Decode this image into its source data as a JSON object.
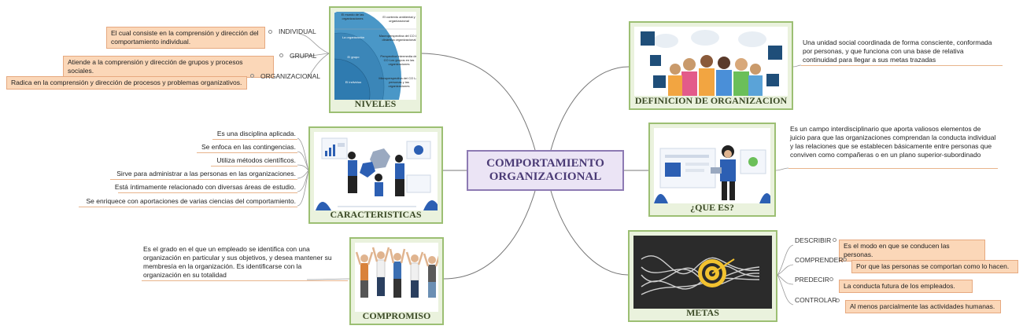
{
  "central": "COMPORTAMIENTO ORGANIZACIONAL",
  "niveles": {
    "title": "NIVELES",
    "image": {
      "rows": [
        {
          "left": "El mundo de las organizaciones",
          "right": "El contexto ambiental y organizacional"
        },
        {
          "left": "La organización",
          "right": "Macroperspectiva del CO La dinámica organizacional"
        },
        {
          "left": "El grupo",
          "right": "Perspectiva intermedia del CO Los grupos en las organizaciones"
        },
        {
          "left": "El individuo",
          "right": "Microperspectiva del CO Las personas y las organizaciones"
        }
      ]
    },
    "branches": [
      {
        "label": "INDIVIDUAL",
        "text": "El cual consiste en la comprensión y dirección del comportamiento individual."
      },
      {
        "label": "GRUPAL",
        "text": "Atiende a la comprensión y dirección de grupos y procesos sociales."
      },
      {
        "label": "ORGANIZACIONAL",
        "text": "Radica en la comprensión y dirección de procesos y problemas organizativos."
      }
    ]
  },
  "caracteristicas": {
    "title": "CARACTERISTICAS",
    "items": [
      "Es una disciplina aplicada.",
      "Se enfoca en las contingencias.",
      "Utiliza métodos científicos.",
      "Sirve para administrar a las personas en las organizaciones.",
      "Está íntimamente relacionado con diversas áreas de estudio.",
      "Se enriquece con aportaciones de varias ciencias del comportamiento."
    ]
  },
  "compromiso": {
    "title": "COMPROMISO",
    "text": "Es el grado en el que un empleado se identifica con una organización en particular y sus objetivos, y desea mantener su membresía en la organización. Es identificarse con la organización en su totalidad"
  },
  "definicion": {
    "title": "DEFINICION DE ORGANIZACION",
    "text": "Una unidad social coordinada de forma consciente, conformada por personas, y que funciona con una base de relativa continuidad para llegar a sus metas trazadas"
  },
  "que_es": {
    "title": "¿QUE ES?",
    "text": "Es un campo interdisciplinario que aporta valiosos elementos de juicio para que las organizaciones comprendan la conducta individual y las relaciones que se establecen básicamente entre personas que conviven como compañeras o en un plano superior-subordinado"
  },
  "metas": {
    "title": "METAS",
    "branches": [
      {
        "label": "DESCRIBIR",
        "text": "Es el modo en que se conducen las personas."
      },
      {
        "label": "COMPRENDER",
        "text": "Por que las personas se comportan como lo hacen."
      },
      {
        "label": "PREDECIR",
        "text": "La conducta futura de los empleados."
      },
      {
        "label": "CONTROLAR",
        "text": "Al menos parcialmente las actividades humanas."
      }
    ]
  },
  "colors": {
    "central_fill": "#ebe4f5",
    "central_border": "#8d7ab3",
    "card_fill": "#eaf2dd",
    "card_border": "#9cbf73",
    "leaf_fill": "#fbd7b8",
    "leaf_border": "#e6a980",
    "link": "#777777"
  }
}
